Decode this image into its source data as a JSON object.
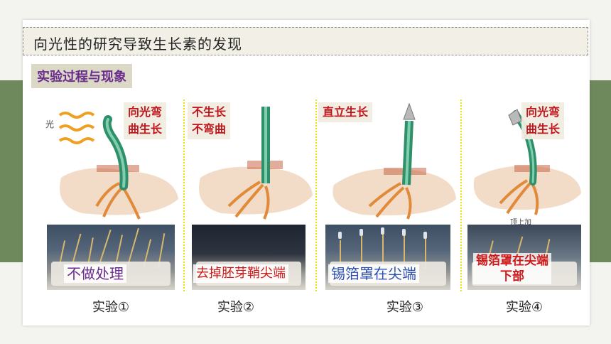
{
  "slide": {
    "title": "向光性的研究导致生长素的发现",
    "section_label": "实验过程与现象"
  },
  "panels": [
    {
      "result_label": "向光弯\n曲生长",
      "treatment": "不做处理",
      "treatment_color": "#6a2b8e",
      "experiment_label": "实验①",
      "light_label": "光"
    },
    {
      "result_label": "不生长\n不弯曲",
      "treatment": "去掉胚芽鞘尖端",
      "treatment_color": "#d01818",
      "experiment_label": "实验②"
    },
    {
      "result_label": "直立生长",
      "treatment": "锡箔罩在尖端",
      "treatment_color": "#2b4fb5",
      "experiment_label": "实验③"
    },
    {
      "result_label": "向光弯\n曲生长",
      "treatment": "锡箔罩在尖端\n下部",
      "treatment_color": "#d01818",
      "experiment_label": "实验④",
      "note": "顶上加"
    }
  ],
  "colors": {
    "accent_green": "#6e8a5c",
    "title_purple": "#6a2b8e",
    "result_red": "#c0161c",
    "divider_yellow": "#f0e000"
  }
}
